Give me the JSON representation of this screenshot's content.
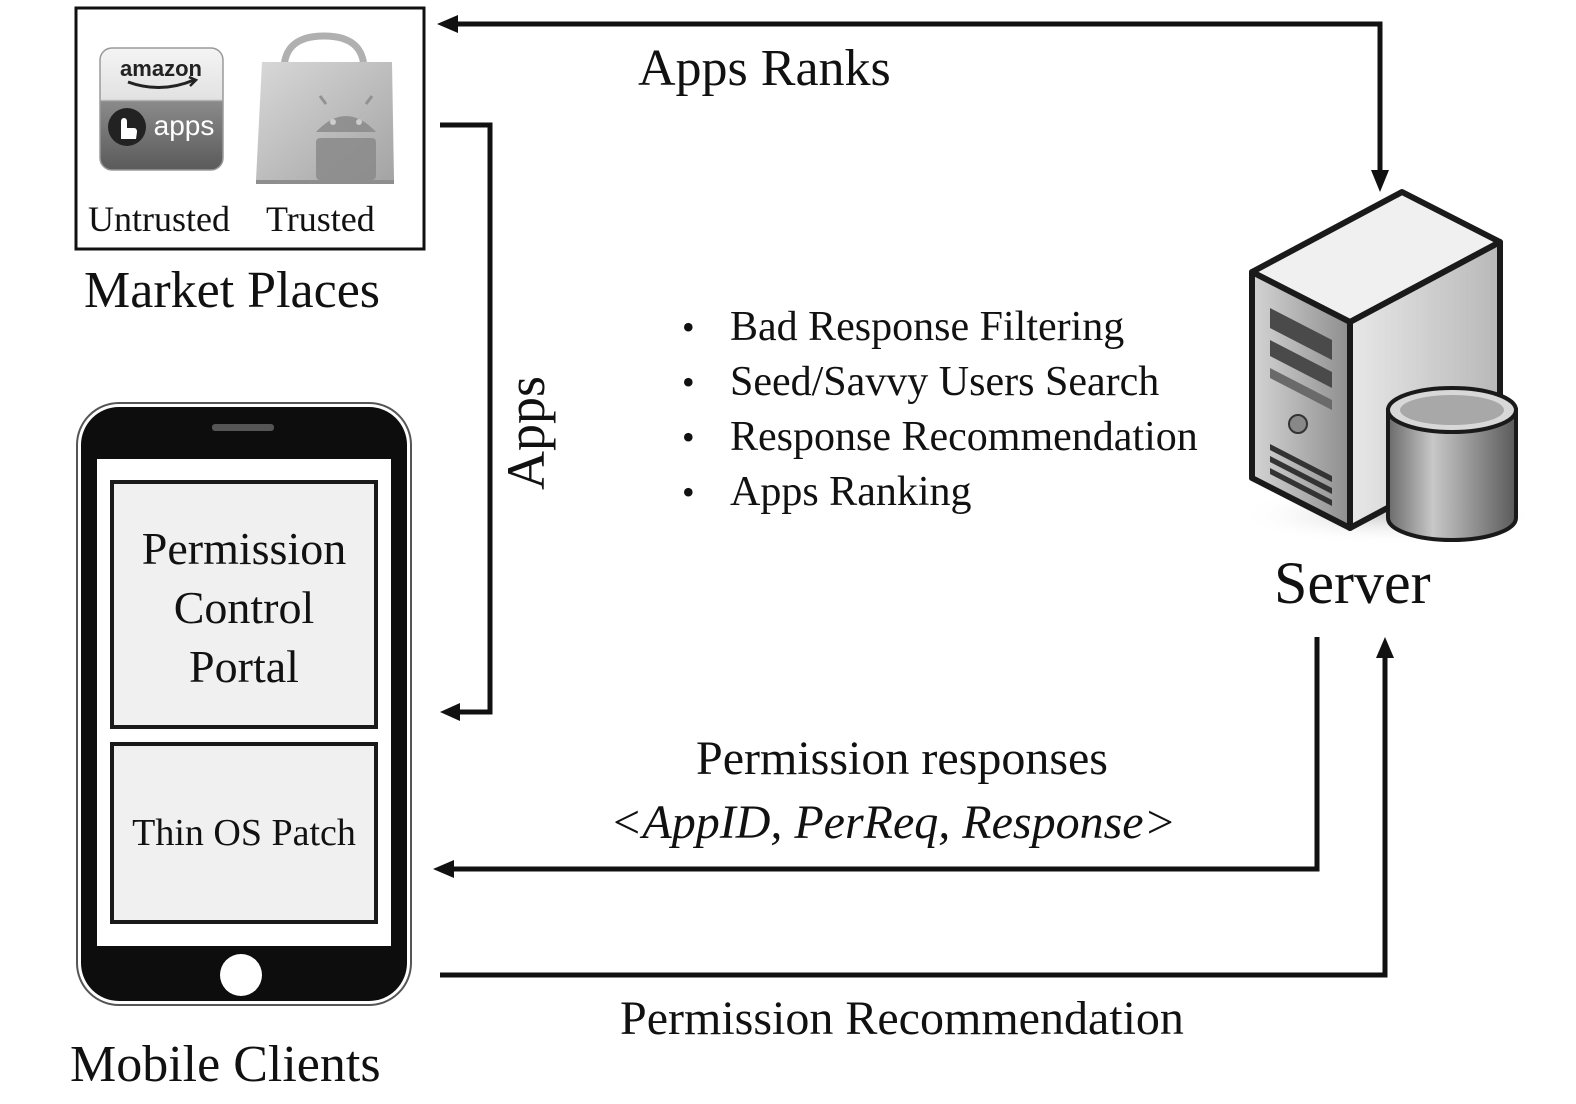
{
  "market": {
    "title": "Market Places",
    "untrusted_label": "Untrusted",
    "trusted_label": "Trusted",
    "amazon_logo_text": "amazon",
    "amazon_apps_text": "apps"
  },
  "server": {
    "title": "Server"
  },
  "mobile": {
    "title": "Mobile Clients",
    "portal_label_lines": [
      "Permission",
      "Control",
      "Portal"
    ],
    "patch_label": "Thin OS Patch"
  },
  "features": [
    "Bad Response Filtering",
    "Seed/Savvy Users Search",
    "Response Recommendation",
    "Apps Ranking"
  ],
  "flows": {
    "apps_ranks": "Apps Ranks",
    "apps": "Apps",
    "permission_responses": "Permission responses",
    "permission_responses_format": "<AppID, PerReq, Response>",
    "permission_recommendation": "Permission Recommendation"
  }
}
